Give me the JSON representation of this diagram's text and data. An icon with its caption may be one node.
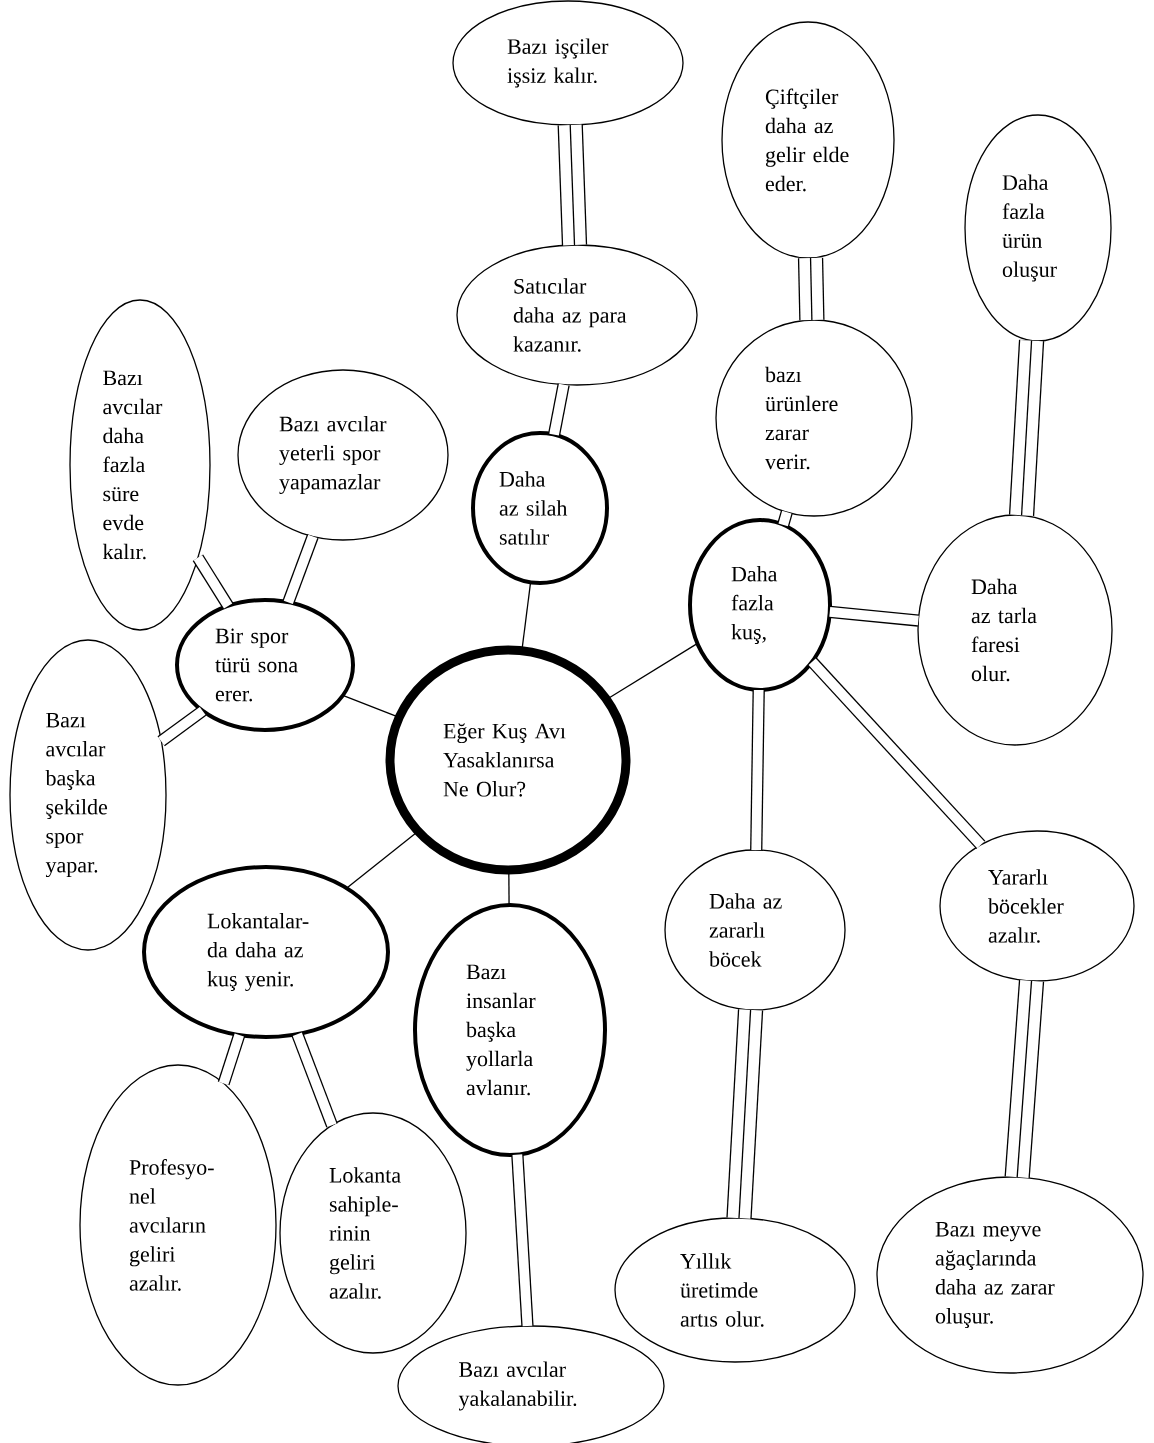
{
  "diagram": {
    "nodes": [
      {
        "text": [
          "Eğer Kuş Avı Yasaklanırsa Ne Olur?"
        ]
      },
      {
        "text": [
          "Bir spor türü sona erer."
        ]
      },
      {
        "text": [
          "Bazı avcılar daha fazla süre evde kalır."
        ]
      },
      {
        "text": [
          "Bazı avcılar yeterli spor yapamazlar"
        ]
      },
      {
        "text": [
          "Bazı avcılar başka şekilde spor yapar."
        ]
      },
      {
        "text": [
          "Daha az silah satılır"
        ]
      },
      {
        "text": [
          "Satıcılar daha az para kazanır."
        ]
      },
      {
        "text": [
          "Bazı işçiler işsiz kalır."
        ]
      },
      {
        "text": [
          "Daha fazla kuş,"
        ]
      },
      {
        "text": [
          "bazı ürünlere zarar verir."
        ]
      },
      {
        "text": [
          "Çiftçiler daha az gelir elde eder."
        ]
      },
      {
        "text": [
          "Daha az tarla faresi olur."
        ]
      },
      {
        "text": [
          "Daha fazla ürün oluşur"
        ]
      },
      {
        "text": [
          "Daha az zararlı böcek"
        ]
      },
      {
        "text": [
          "Yıllık üretimde artıs olur."
        ]
      },
      {
        "text": [
          "Yararlı böcekler azalır."
        ]
      },
      {
        "text": [
          "Bazı meyve ağaçlarında daha az zarar oluşur."
        ]
      },
      {
        "text": [
          "Lokantalar- da daha az kuş yenir."
        ]
      },
      {
        "text": [
          "Bazı insanlar başka yollarla avlanır."
        ]
      },
      {
        "text": [
          "Profesyo- nel avcıların geliri azalır."
        ]
      },
      {
        "text": [
          "Lokanta sahiple- rinin geliri azalır."
        ]
      },
      {
        "text": [
          "Bazı avcılar yakalanabilir."
        ]
      }
    ],
    "edges": [
      {
        "from": 0,
        "to": 1,
        "arrow": "none"
      },
      {
        "from": 1,
        "to": 2,
        "arrow": "none"
      },
      {
        "from": 1,
        "to": 3,
        "arrow": "none"
      },
      {
        "from": 1,
        "to": 4,
        "arrow": "none"
      },
      {
        "from": 0,
        "to": 5,
        "arrow": "none"
      },
      {
        "from": 5,
        "to": 6,
        "arrow": "none"
      },
      {
        "from": 6,
        "to": 7,
        "arrow": "none",
        "style": "thick"
      },
      {
        "from": 0,
        "to": 8,
        "arrow": "none"
      },
      {
        "from": 8,
        "to": 9,
        "arrow": "none"
      },
      {
        "from": 9,
        "to": 10,
        "arrow": "none",
        "style": "thick"
      },
      {
        "from": 8,
        "to": 11,
        "arrow": "none"
      },
      {
        "from": 11,
        "to": 12,
        "arrow": "none",
        "style": "thick"
      },
      {
        "from": 8,
        "to": 13,
        "arrow": "none"
      },
      {
        "from": 13,
        "to": 14,
        "arrow": "none",
        "style": "thick"
      },
      {
        "from": 8,
        "to": 15,
        "arrow": "none"
      },
      {
        "from": 15,
        "to": 16,
        "arrow": "none",
        "style": "thick"
      },
      {
        "from": 0,
        "to": 17,
        "arrow": "none"
      },
      {
        "from": 0,
        "to": 18,
        "arrow": "none"
      },
      {
        "from": 17,
        "to": 19,
        "arrow": "none"
      },
      {
        "from": 17,
        "to": 20,
        "arrow": "none"
      },
      {
        "from": 18,
        "to": 21,
        "arrow": "none"
      }
    ]
  }
}
